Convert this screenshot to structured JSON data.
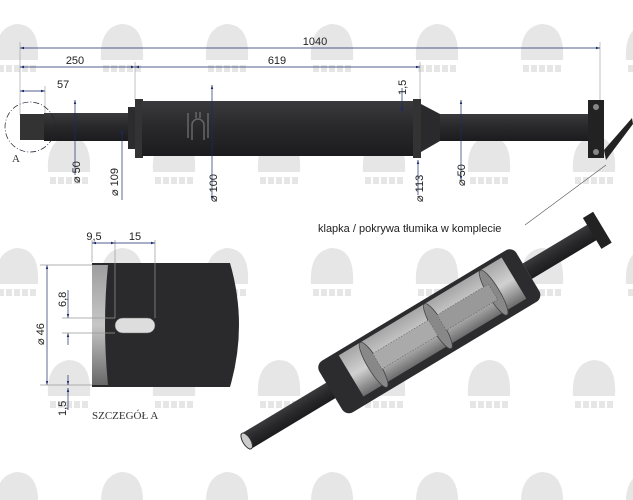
{
  "watermark": {
    "text": "URSUS",
    "color": "#e6e6e6"
  },
  "main_view": {
    "dimensions": {
      "overall_length": "1040",
      "inlet_length": "250",
      "body_length": "619",
      "end_length": "57",
      "wall": "1,5",
      "inlet_diameter": "⌀ 50",
      "flange_diameter": "⌀ 109",
      "body_diameter": "⌀ 100",
      "rear_flange_diameter": "⌀ 113",
      "outlet_diameter": "⌀ 50"
    },
    "detail_marker": "A",
    "callout": "klapka / pokrywa tłumika w komplecie"
  },
  "detail_view": {
    "title": "SZCZEGÓŁ A",
    "dimensions": {
      "slot_offset": "9,5",
      "slot_length": "15",
      "diameter": "⌀ 46",
      "slot_width": "6,8",
      "wall": "1,5"
    }
  },
  "colors": {
    "part": "#2a2a2c",
    "dimension_line": "#1a2a6a"
  }
}
